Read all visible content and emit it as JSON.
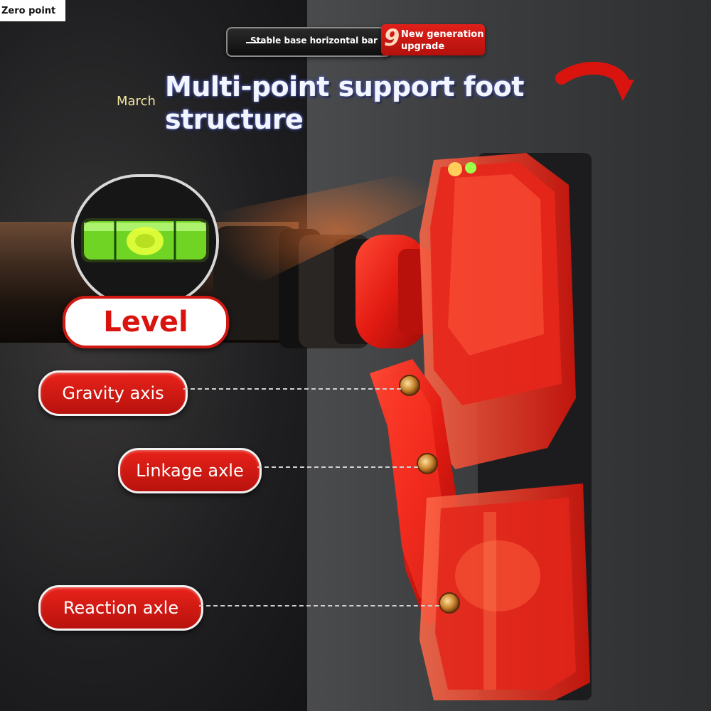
{
  "corner_label": "Zero point",
  "badges": {
    "dark": "Stable base horizontal bar",
    "red_number": "9",
    "red_line1": "New generation",
    "red_line2": "upgrade"
  },
  "heading": {
    "prefix": "March",
    "line1": "Multi-point support foot",
    "line2": "structure"
  },
  "callouts": {
    "level": "Level",
    "gravity": "Gravity axis",
    "linkage": "Linkage axle",
    "reaction": "Reaction axle"
  },
  "colors": {
    "accent_red": "#d9140f",
    "bubble_green": "#7cf028",
    "background": "#2b2c2e"
  }
}
